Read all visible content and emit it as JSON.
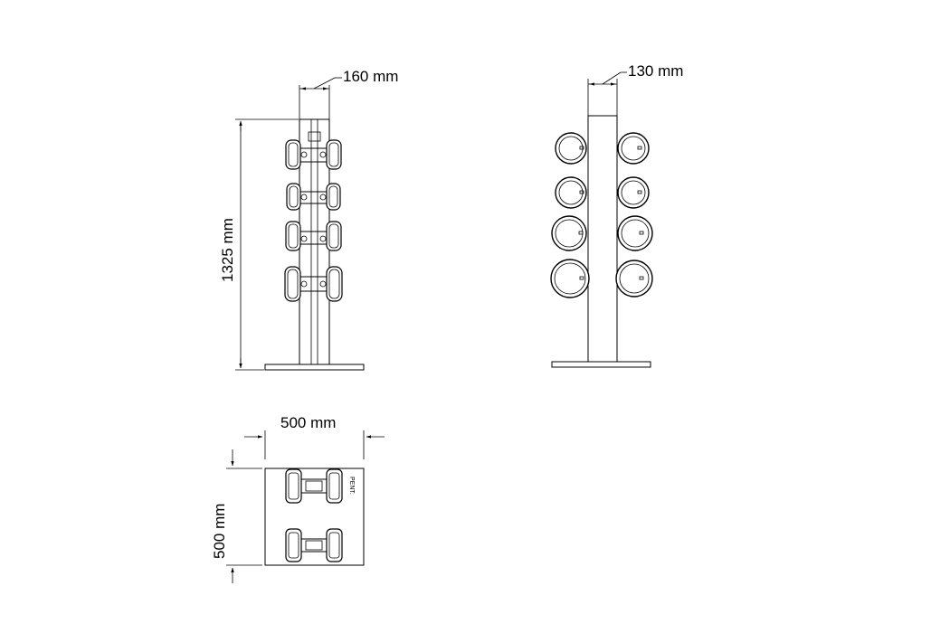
{
  "side_view": {
    "width_label": "160 mm",
    "height_label": "1325 mm"
  },
  "front_view": {
    "width_label": "130 mm"
  },
  "top_view": {
    "width_label": "500 mm",
    "depth_label": "500 mm",
    "brand_mark": "PENT."
  },
  "colors": {
    "line": "#000000",
    "background": "#ffffff"
  }
}
